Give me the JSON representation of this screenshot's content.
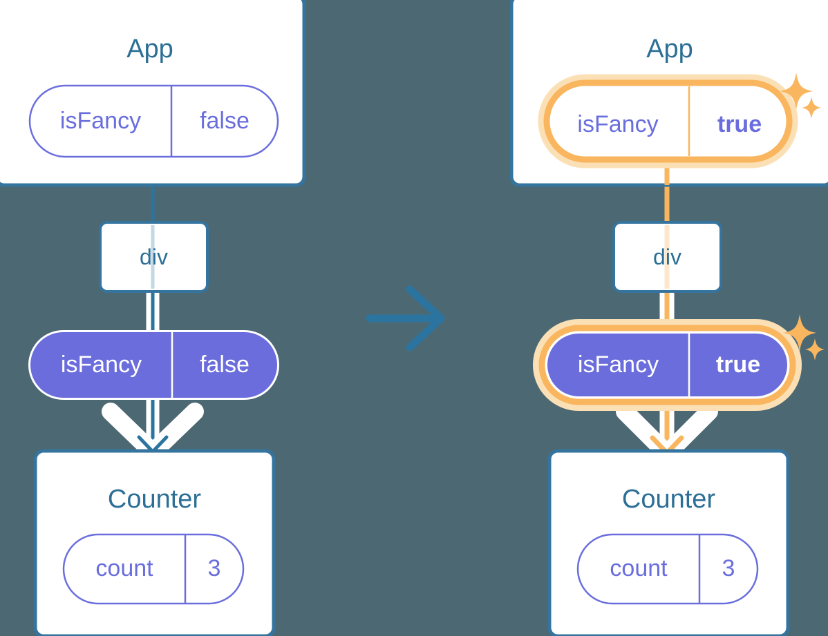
{
  "background_color": "#4c6873",
  "palette": {
    "box_border_blue": "#35749e",
    "title_blue": "#2c6f96",
    "pill_purple": "#6a6edd",
    "pill_purple_fill": "#6a6ddb",
    "highlight_orange": "#f9b65f",
    "highlight_glow": "#fbe0b6",
    "white": "#ffffff",
    "arrow_blue": "#2c74a0"
  },
  "panels": [
    {
      "id": "before",
      "name": "before-panel",
      "app": {
        "title": "App",
        "pill": {
          "key": "isFancy",
          "value": "false",
          "style": "outline",
          "highlighted": false,
          "bold_value": false
        }
      },
      "div": {
        "label": "div"
      },
      "prop_pill": {
        "key": "isFancy",
        "value": "false",
        "style": "filled",
        "highlighted": false,
        "bold_value": false
      },
      "counter": {
        "title": "Counter",
        "pill": {
          "key": "count",
          "value": "3",
          "style": "outline",
          "highlighted": false,
          "bold_value": false
        }
      },
      "flow_color": "#2c74a0",
      "sparkles": false
    },
    {
      "id": "after",
      "name": "after-panel",
      "app": {
        "title": "App",
        "pill": {
          "key": "isFancy",
          "value": "true",
          "style": "outline",
          "highlighted": true,
          "bold_value": true
        }
      },
      "div": {
        "label": "div"
      },
      "prop_pill": {
        "key": "isFancy",
        "value": "true",
        "style": "filled",
        "highlighted": true,
        "bold_value": true
      },
      "counter": {
        "title": "Counter",
        "pill": {
          "key": "count",
          "value": "3",
          "style": "outline",
          "highlighted": false,
          "bold_value": false
        }
      },
      "flow_color": "#f9b65f",
      "sparkles": true
    }
  ],
  "transition": {
    "icon": "arrow-right-icon",
    "label": "transitions to"
  }
}
